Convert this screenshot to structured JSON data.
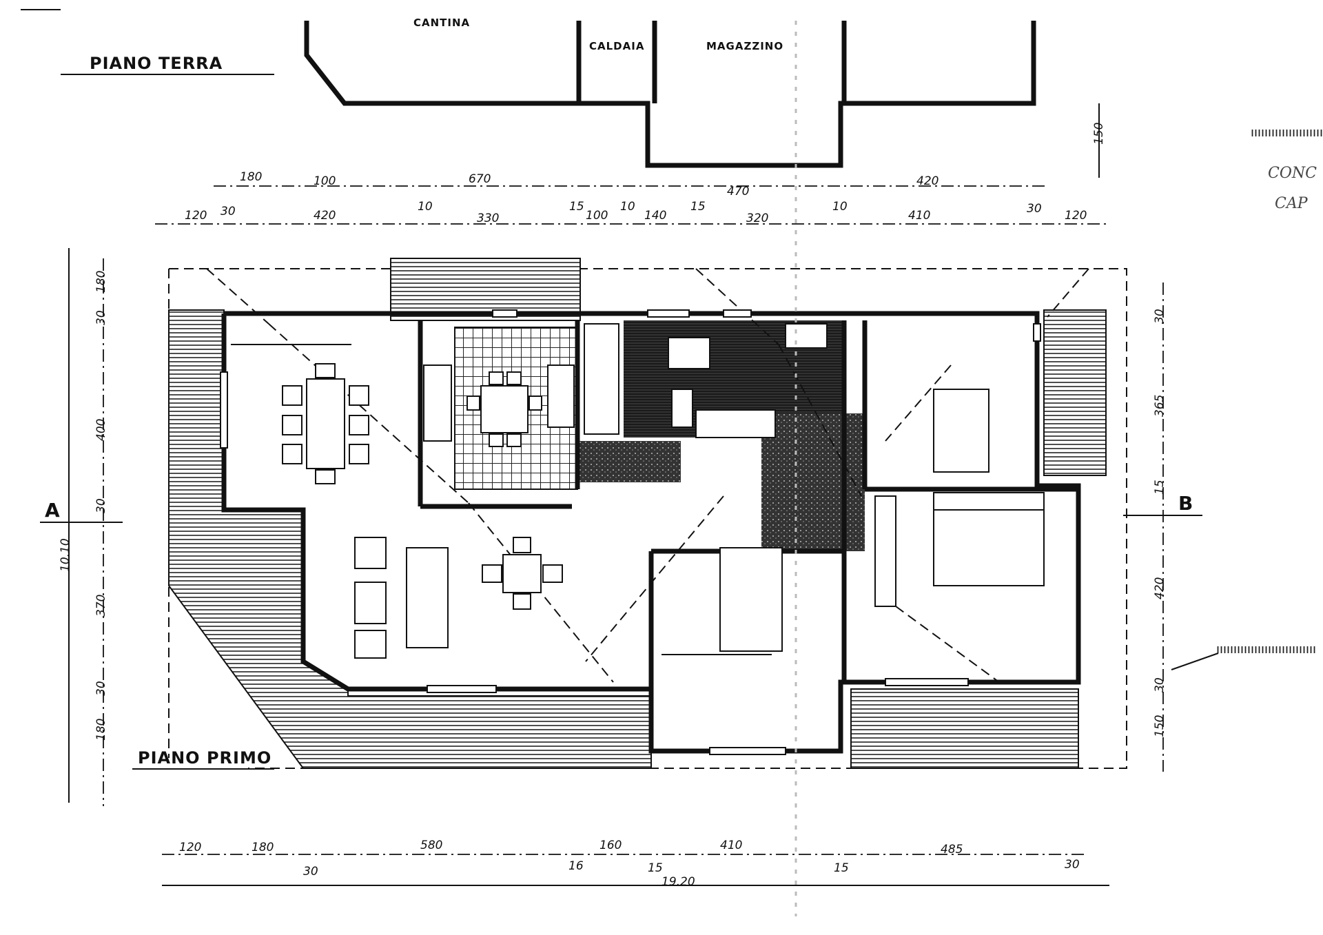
{
  "labels": {
    "ground_floor": "PIANO TERRA",
    "first_floor": "PIANO PRIMO",
    "cantina": "CANTINA",
    "caldaia": "CALDAIA",
    "magazzino": "MAGAZZINO",
    "section_a": "A",
    "section_b": "B",
    "margin_note_1": "CONC",
    "margin_note_2": "CAP"
  },
  "dimensions": {
    "top_row1": [
      "180",
      "100",
      "670",
      "470",
      "420"
    ],
    "top_row2": [
      "120",
      "30",
      "420",
      "10",
      "330",
      "15",
      "100",
      "10",
      "140",
      "15",
      "320",
      "10",
      "410",
      "30",
      "120"
    ],
    "right_top": "150",
    "left_col": [
      "180",
      "30",
      "400",
      "30",
      "370",
      "30",
      "180"
    ],
    "left_total": "10.10",
    "right_col": [
      "30",
      "365",
      "15",
      "420",
      "30",
      "150"
    ],
    "bottom_row": [
      "120",
      "180",
      "30",
      "580",
      "16",
      "160",
      "15",
      "410",
      "15",
      "485",
      "30"
    ],
    "bottom_total": "19.20"
  }
}
